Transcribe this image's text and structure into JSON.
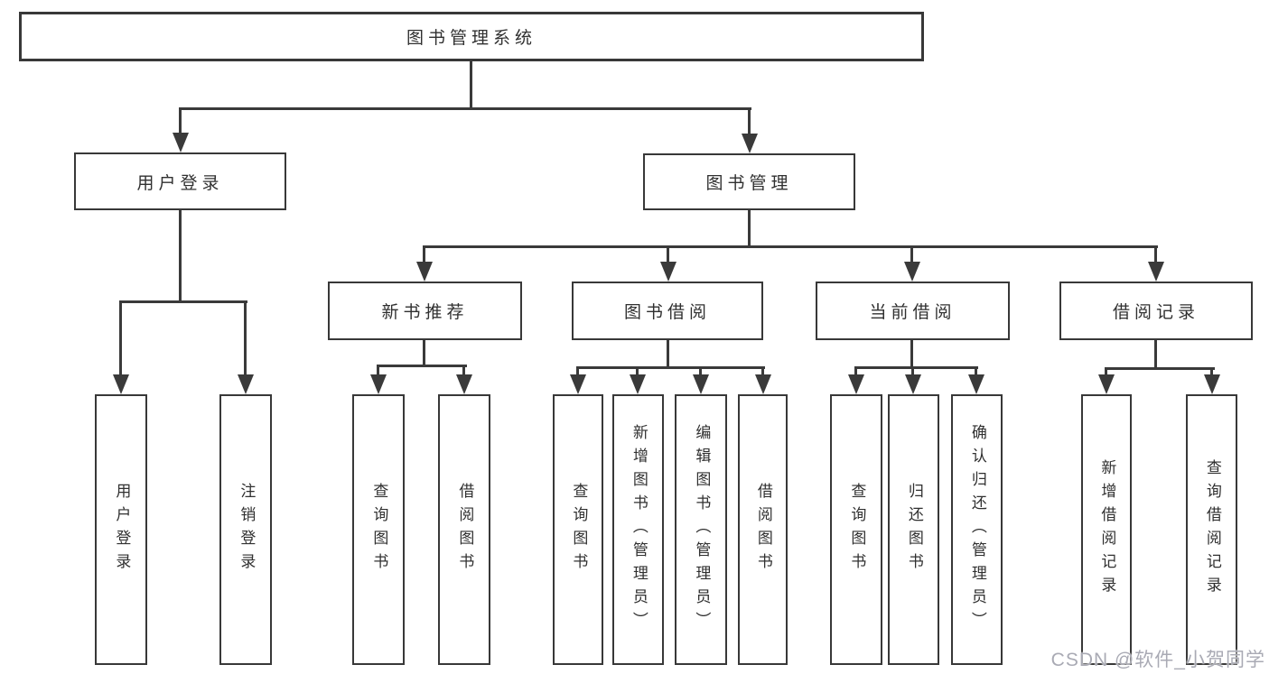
{
  "diagram": {
    "colors": {
      "line": "#3a3a3a",
      "text": "#303030",
      "box_background": "#ffffff",
      "page_background": "#ffffff",
      "watermark": "#a9aab4"
    },
    "tree": {
      "root": {
        "label": "图书管理系统"
      },
      "branches": [
        {
          "label": "用户登录",
          "children": [
            {
              "label": "用户登录"
            },
            {
              "label": "注销登录"
            }
          ]
        },
        {
          "label": "图书管理",
          "children": [
            {
              "label": "新书推荐",
              "children": [
                {
                  "label": "查询图书"
                },
                {
                  "label": "借阅图书"
                }
              ]
            },
            {
              "label": "图书借阅",
              "children": [
                {
                  "label": "查询图书"
                },
                {
                  "label": "新增图书（管理员）"
                },
                {
                  "label": "编辑图书（管理员）"
                },
                {
                  "label": "借阅图书"
                }
              ]
            },
            {
              "label": "当前借阅",
              "children": [
                {
                  "label": "查询图书"
                },
                {
                  "label": "归还图书"
                },
                {
                  "label": "确认归还（管理员）"
                }
              ]
            },
            {
              "label": "借阅记录",
              "children": [
                {
                  "label": "新增借阅记录"
                },
                {
                  "label": "查询借阅记录"
                }
              ]
            }
          ]
        }
      ]
    },
    "watermark": "CSDN @软件_小贺同学"
  }
}
